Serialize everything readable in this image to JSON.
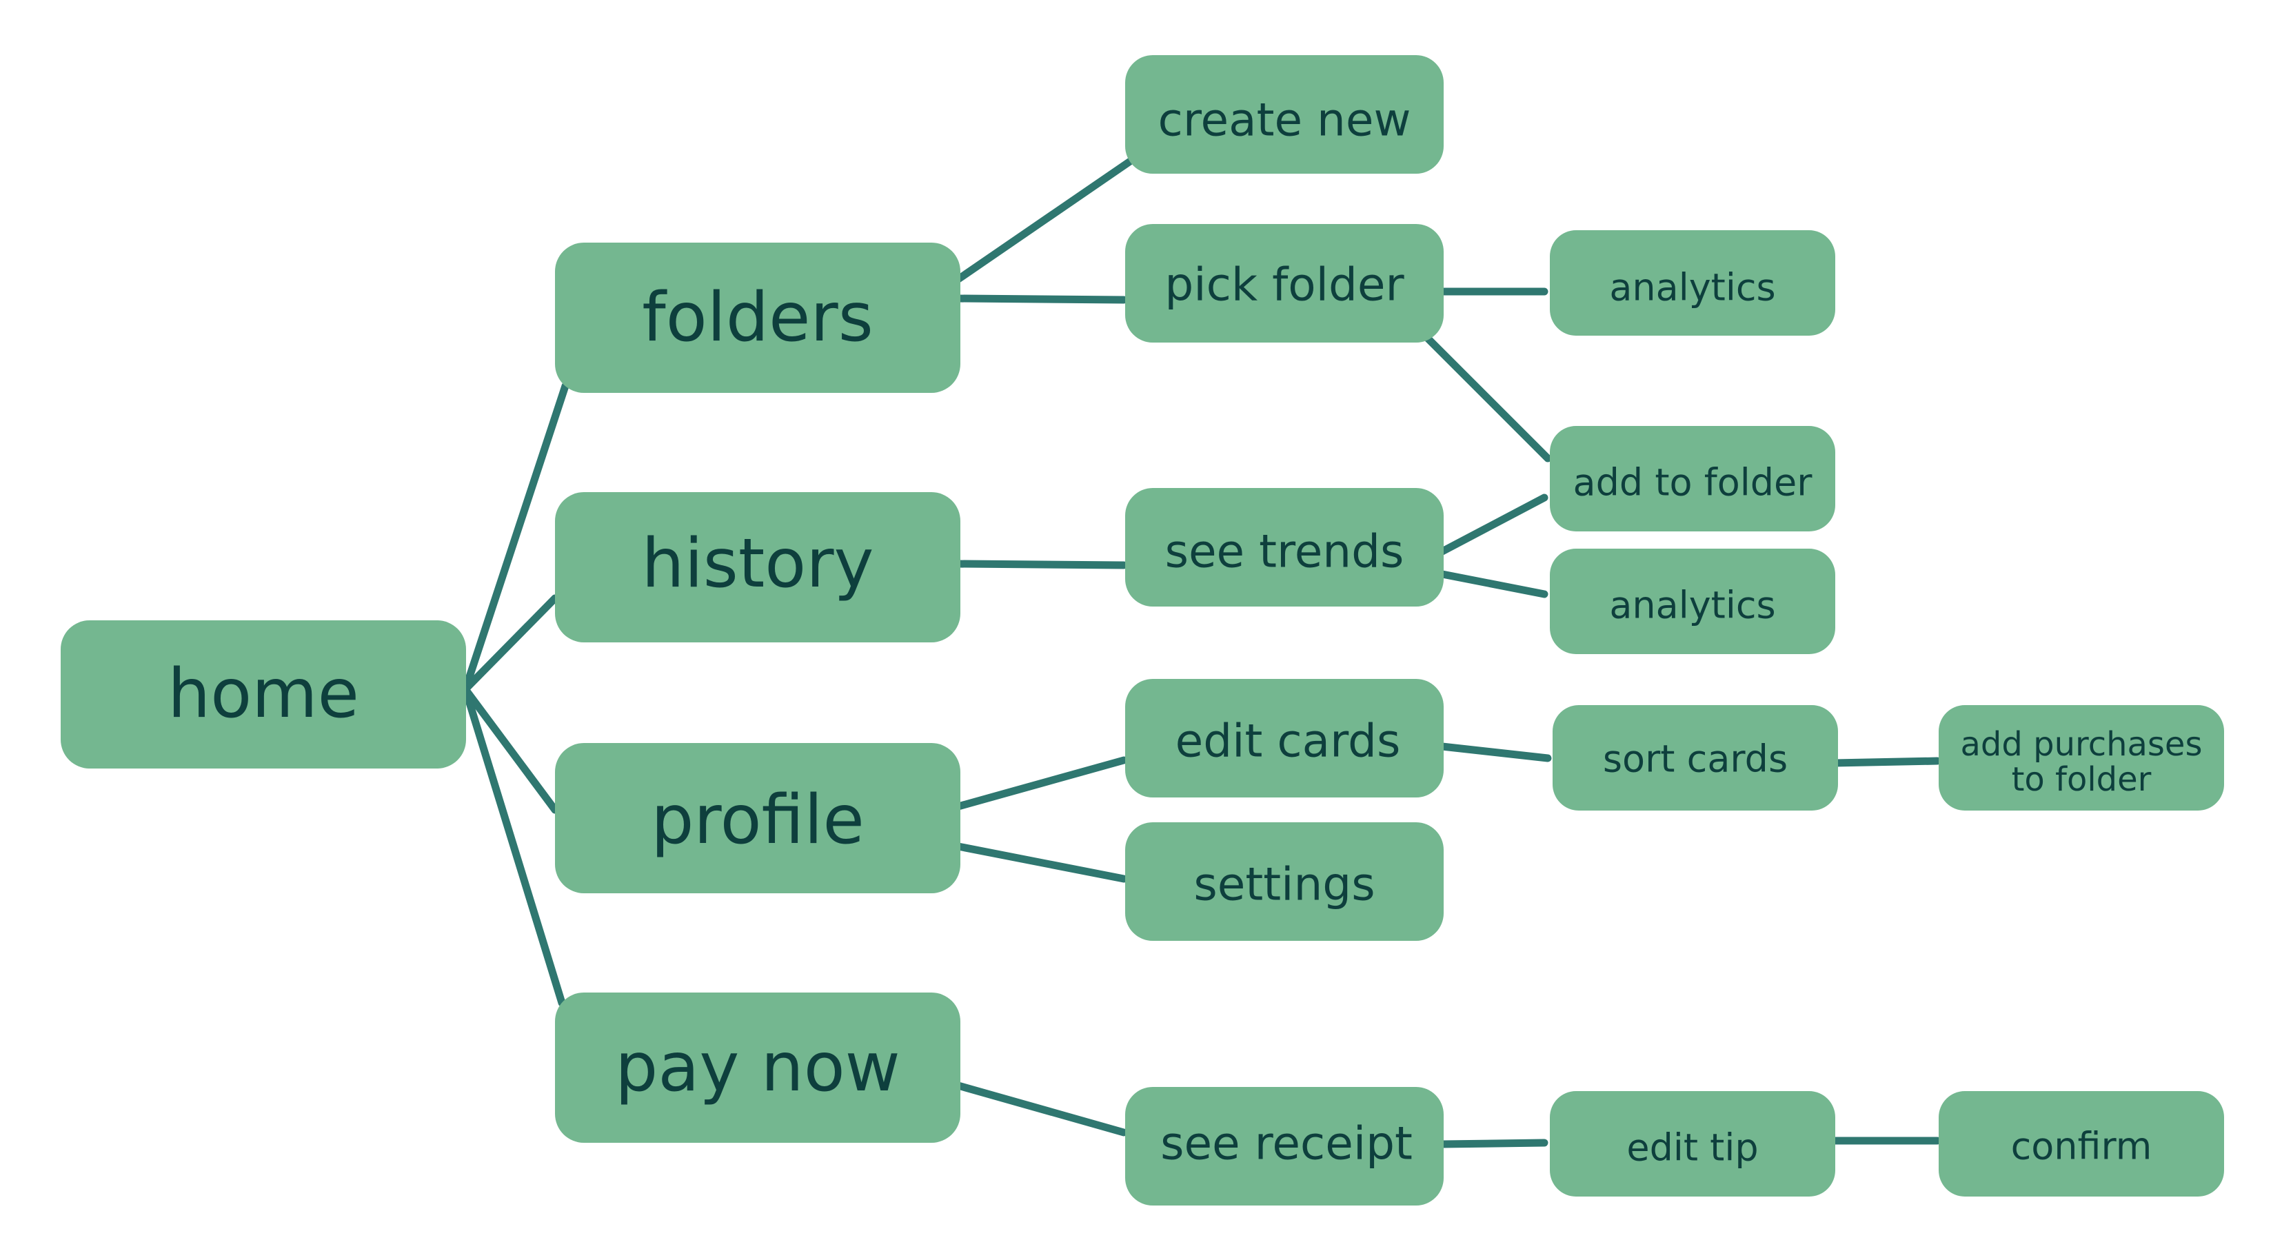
{
  "colors": {
    "node_fill": "#74b790",
    "edge": "#2f7770",
    "text": "#0e3f3d",
    "background": "#ffffff"
  },
  "nodes": {
    "home": {
      "label": "home"
    },
    "folders": {
      "label": "folders"
    },
    "history": {
      "label": "history"
    },
    "profile": {
      "label": "profile"
    },
    "pay_now": {
      "label": "pay now"
    },
    "create_new": {
      "label": "create new"
    },
    "pick_folder": {
      "label": "pick folder"
    },
    "see_trends": {
      "label": "see trends"
    },
    "edit_cards": {
      "label": "edit cards"
    },
    "settings": {
      "label": "settings"
    },
    "see_receipt": {
      "label": "see receipt"
    },
    "analytics_folder": {
      "label": "analytics"
    },
    "add_to_folder": {
      "label": "add to folder"
    },
    "analytics_trends": {
      "label": "analytics"
    },
    "sort_cards": {
      "label": "sort cards"
    },
    "edit_tip": {
      "label": "edit tip"
    },
    "add_purchases": {
      "label_line1": "add purchases",
      "label_line2": "to folder"
    },
    "confirm": {
      "label": "confirm"
    }
  },
  "edges": [
    [
      "home",
      "folders"
    ],
    [
      "home",
      "history"
    ],
    [
      "home",
      "profile"
    ],
    [
      "home",
      "pay_now"
    ],
    [
      "folders",
      "create_new"
    ],
    [
      "folders",
      "pick_folder"
    ],
    [
      "history",
      "see_trends"
    ],
    [
      "profile",
      "edit_cards"
    ],
    [
      "profile",
      "settings"
    ],
    [
      "pay_now",
      "see_receipt"
    ],
    [
      "pick_folder",
      "analytics_folder"
    ],
    [
      "pick_folder",
      "add_to_folder"
    ],
    [
      "see_trends",
      "add_to_folder"
    ],
    [
      "see_trends",
      "analytics_trends"
    ],
    [
      "edit_cards",
      "sort_cards"
    ],
    [
      "sort_cards",
      "add_purchases"
    ],
    [
      "see_receipt",
      "edit_tip"
    ],
    [
      "edit_tip",
      "confirm"
    ]
  ]
}
